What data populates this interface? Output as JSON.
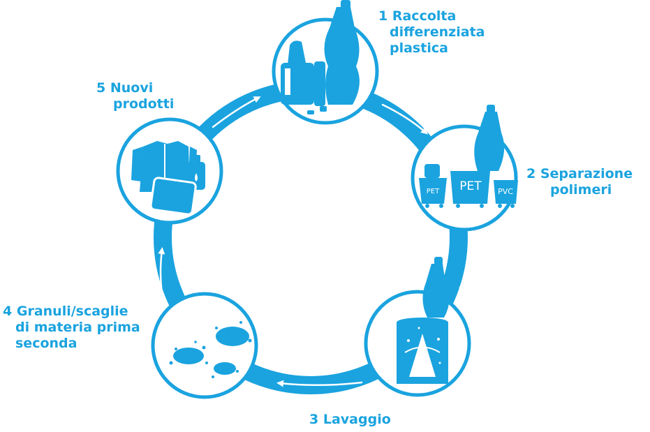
{
  "colors": {
    "accent": "#1aa3df",
    "background": "#ffffff"
  },
  "steps": [
    {
      "number": "1",
      "lines": [
        "Raccolta",
        "differenziata",
        "plastica"
      ],
      "icon": "bottles-and-containers-icon"
    },
    {
      "number": "2",
      "lines": [
        "Separazione",
        "polimeri"
      ],
      "icon": "sorting-bins-icon",
      "bins": [
        "PET",
        "PET",
        "PVC"
      ]
    },
    {
      "number": "3",
      "lines": [
        "Lavaggio"
      ],
      "icon": "washing-tank-icon"
    },
    {
      "number": "4",
      "lines": [
        "Granuli/scaglie",
        "di materia prima",
        "seconda"
      ],
      "icon": "granules-icon"
    },
    {
      "number": "5",
      "lines": [
        "Nuovi",
        "prodotti"
      ],
      "icon": "new-products-icon"
    }
  ]
}
